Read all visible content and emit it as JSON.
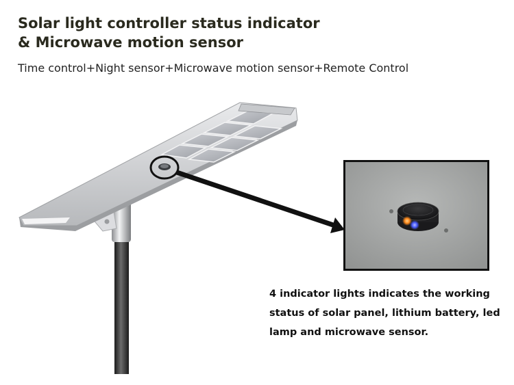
{
  "header": {
    "title_line1": "Solar light controller status indicator",
    "title_line2": "& Microwave motion sensor",
    "subtitle": "Time control+Night sensor+Microwave motion sensor+Remote Control"
  },
  "description": {
    "line1": "4 indicator lights indicates the working",
    "line2": "status of solar panel, lithium battery, led",
    "line3": "lamp and microwave sensor."
  },
  "illustration": {
    "subject": "solar-street-light",
    "callout": "sensor-closeup",
    "indicator_colors": [
      "#ff8a1c",
      "#4a5cff"
    ]
  }
}
